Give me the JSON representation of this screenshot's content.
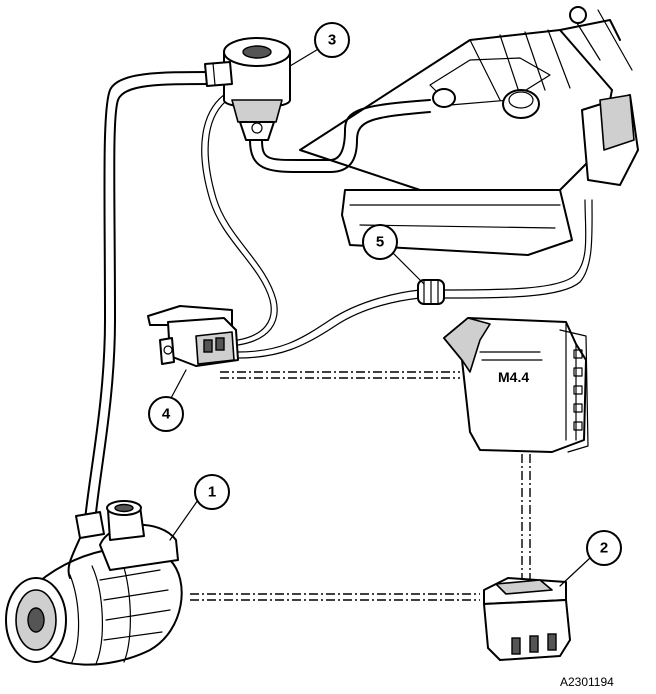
{
  "callouts": [
    {
      "id": "1",
      "label": "1"
    },
    {
      "id": "2",
      "label": "2"
    },
    {
      "id": "3",
      "label": "3"
    },
    {
      "id": "4",
      "label": "4"
    },
    {
      "id": "5",
      "label": "5"
    }
  ],
  "ecu_label": "M4.4",
  "figure_id": "A2301194"
}
